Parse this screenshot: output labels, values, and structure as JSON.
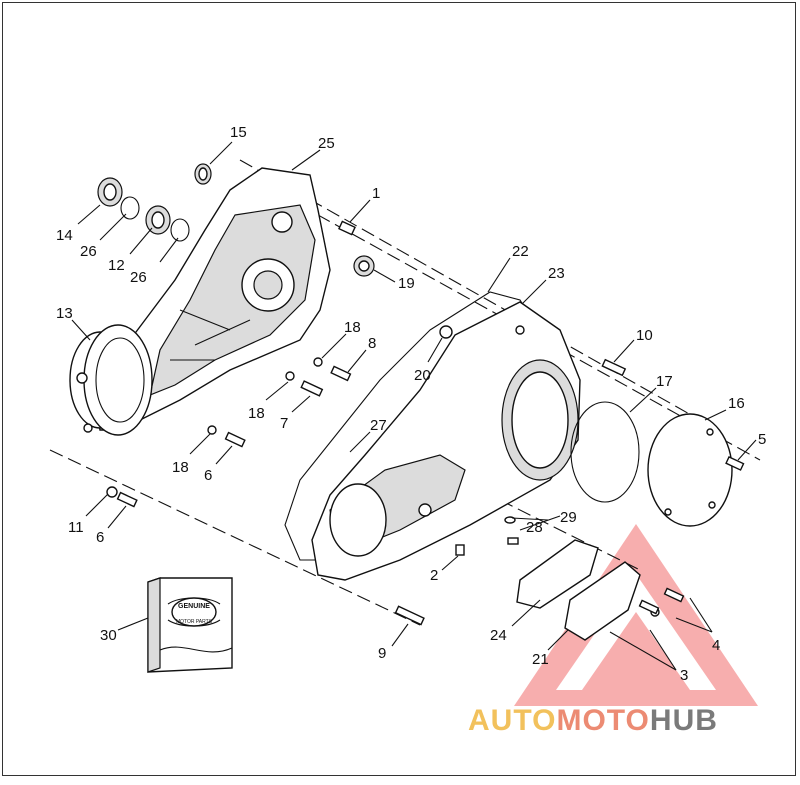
{
  "diagram": {
    "callouts": [
      {
        "id": "c15",
        "label": "15"
      },
      {
        "id": "c25",
        "label": "25"
      },
      {
        "id": "c1",
        "label": "1"
      },
      {
        "id": "c14",
        "label": "14"
      },
      {
        "id": "c26a",
        "label": "26"
      },
      {
        "id": "c12",
        "label": "12"
      },
      {
        "id": "c26b",
        "label": "26"
      },
      {
        "id": "c19",
        "label": "19"
      },
      {
        "id": "c22",
        "label": "22"
      },
      {
        "id": "c23",
        "label": "23"
      },
      {
        "id": "c13",
        "label": "13"
      },
      {
        "id": "c18a",
        "label": "18"
      },
      {
        "id": "c8",
        "label": "8"
      },
      {
        "id": "c20",
        "label": "20"
      },
      {
        "id": "c10",
        "label": "10"
      },
      {
        "id": "c17",
        "label": "17"
      },
      {
        "id": "c16",
        "label": "16"
      },
      {
        "id": "c18b",
        "label": "18"
      },
      {
        "id": "c7",
        "label": "7"
      },
      {
        "id": "c27",
        "label": "27"
      },
      {
        "id": "c5",
        "label": "5"
      },
      {
        "id": "c18c",
        "label": "18"
      },
      {
        "id": "c6a",
        "label": "6"
      },
      {
        "id": "c11",
        "label": "11"
      },
      {
        "id": "c6b",
        "label": "6"
      },
      {
        "id": "c28",
        "label": "28"
      },
      {
        "id": "c29",
        "label": "29"
      },
      {
        "id": "c2",
        "label": "2"
      },
      {
        "id": "c30",
        "label": "30"
      },
      {
        "id": "c9",
        "label": "9"
      },
      {
        "id": "c24",
        "label": "24"
      },
      {
        "id": "c4",
        "label": "4"
      },
      {
        "id": "c21",
        "label": "21"
      },
      {
        "id": "c3",
        "label": "3"
      }
    ]
  },
  "kit_box": {
    "badge_top": "GENUINE",
    "badge_bottom": "MOTOR PARTS"
  },
  "watermark": {
    "part1": "AUTO",
    "part2": "MOTO",
    "part3": "HUB",
    "colors": {
      "auto": "#f2c15c",
      "moto": "#ec8b73",
      "hub": "#7a7a7a",
      "triangle": "#f26d6d"
    }
  }
}
